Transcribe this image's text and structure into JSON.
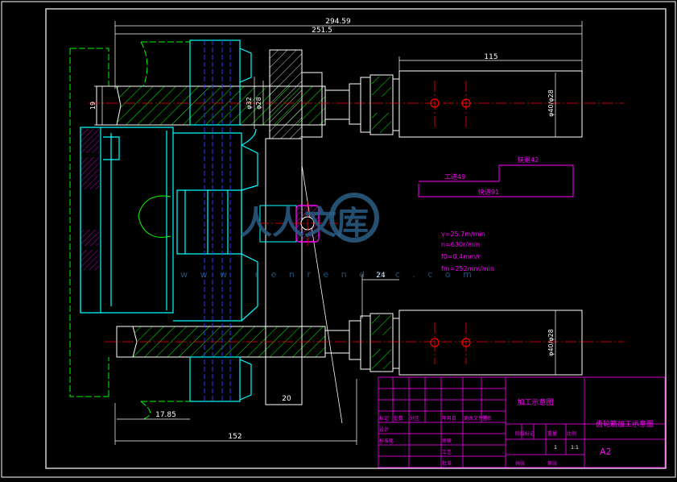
{
  "dimensions": {
    "overall_length": "294.59",
    "length_2": "251.5",
    "tool_length": "115",
    "height_19": "19",
    "dia_32": "φ32",
    "dia_28": "φ28",
    "dia_40_28_top": "φ40/φ28",
    "dia_40_28_bottom": "φ40/φ28",
    "offset_24": "24",
    "offset_20": "20",
    "offset_17_85": "17.85",
    "base_152": "152"
  },
  "feed_cycle": {
    "fast_return": "快退42",
    "work_feed": "工进49",
    "fast_feed": "快进91"
  },
  "parameters": {
    "speed": "v=25.7m/min",
    "rpm": "n=630r/min",
    "feed": "f0=0.4mm/r",
    "feed_rate": "fm=252mm/min"
  },
  "title_block": {
    "drawing_title": "加工示意图",
    "part_name": "齿轮箱加工示意图",
    "sheet_size": "A2",
    "scale": "1:1",
    "qty": "1",
    "labels": [
      "标记",
      "处数",
      "分区",
      "更改文件号",
      "签名",
      "年月日",
      "设计",
      "标准化",
      "阶段标记",
      "重量",
      "比例",
      "审核",
      "工艺",
      "批准",
      "共张",
      "第张"
    ]
  },
  "watermark": {
    "text": "人人文库",
    "url": "w w w . r e n r e n d o c . c o m"
  },
  "colors": {
    "background": "#000000",
    "outline": "#00ffff",
    "hatch": "#00ff00",
    "centerline": "#ff0000",
    "dimension": "#ffffff",
    "annotation": "#ff00ff",
    "hidden": "#0000ff",
    "border": "#ffffff",
    "watermark": "#2a5f86"
  }
}
